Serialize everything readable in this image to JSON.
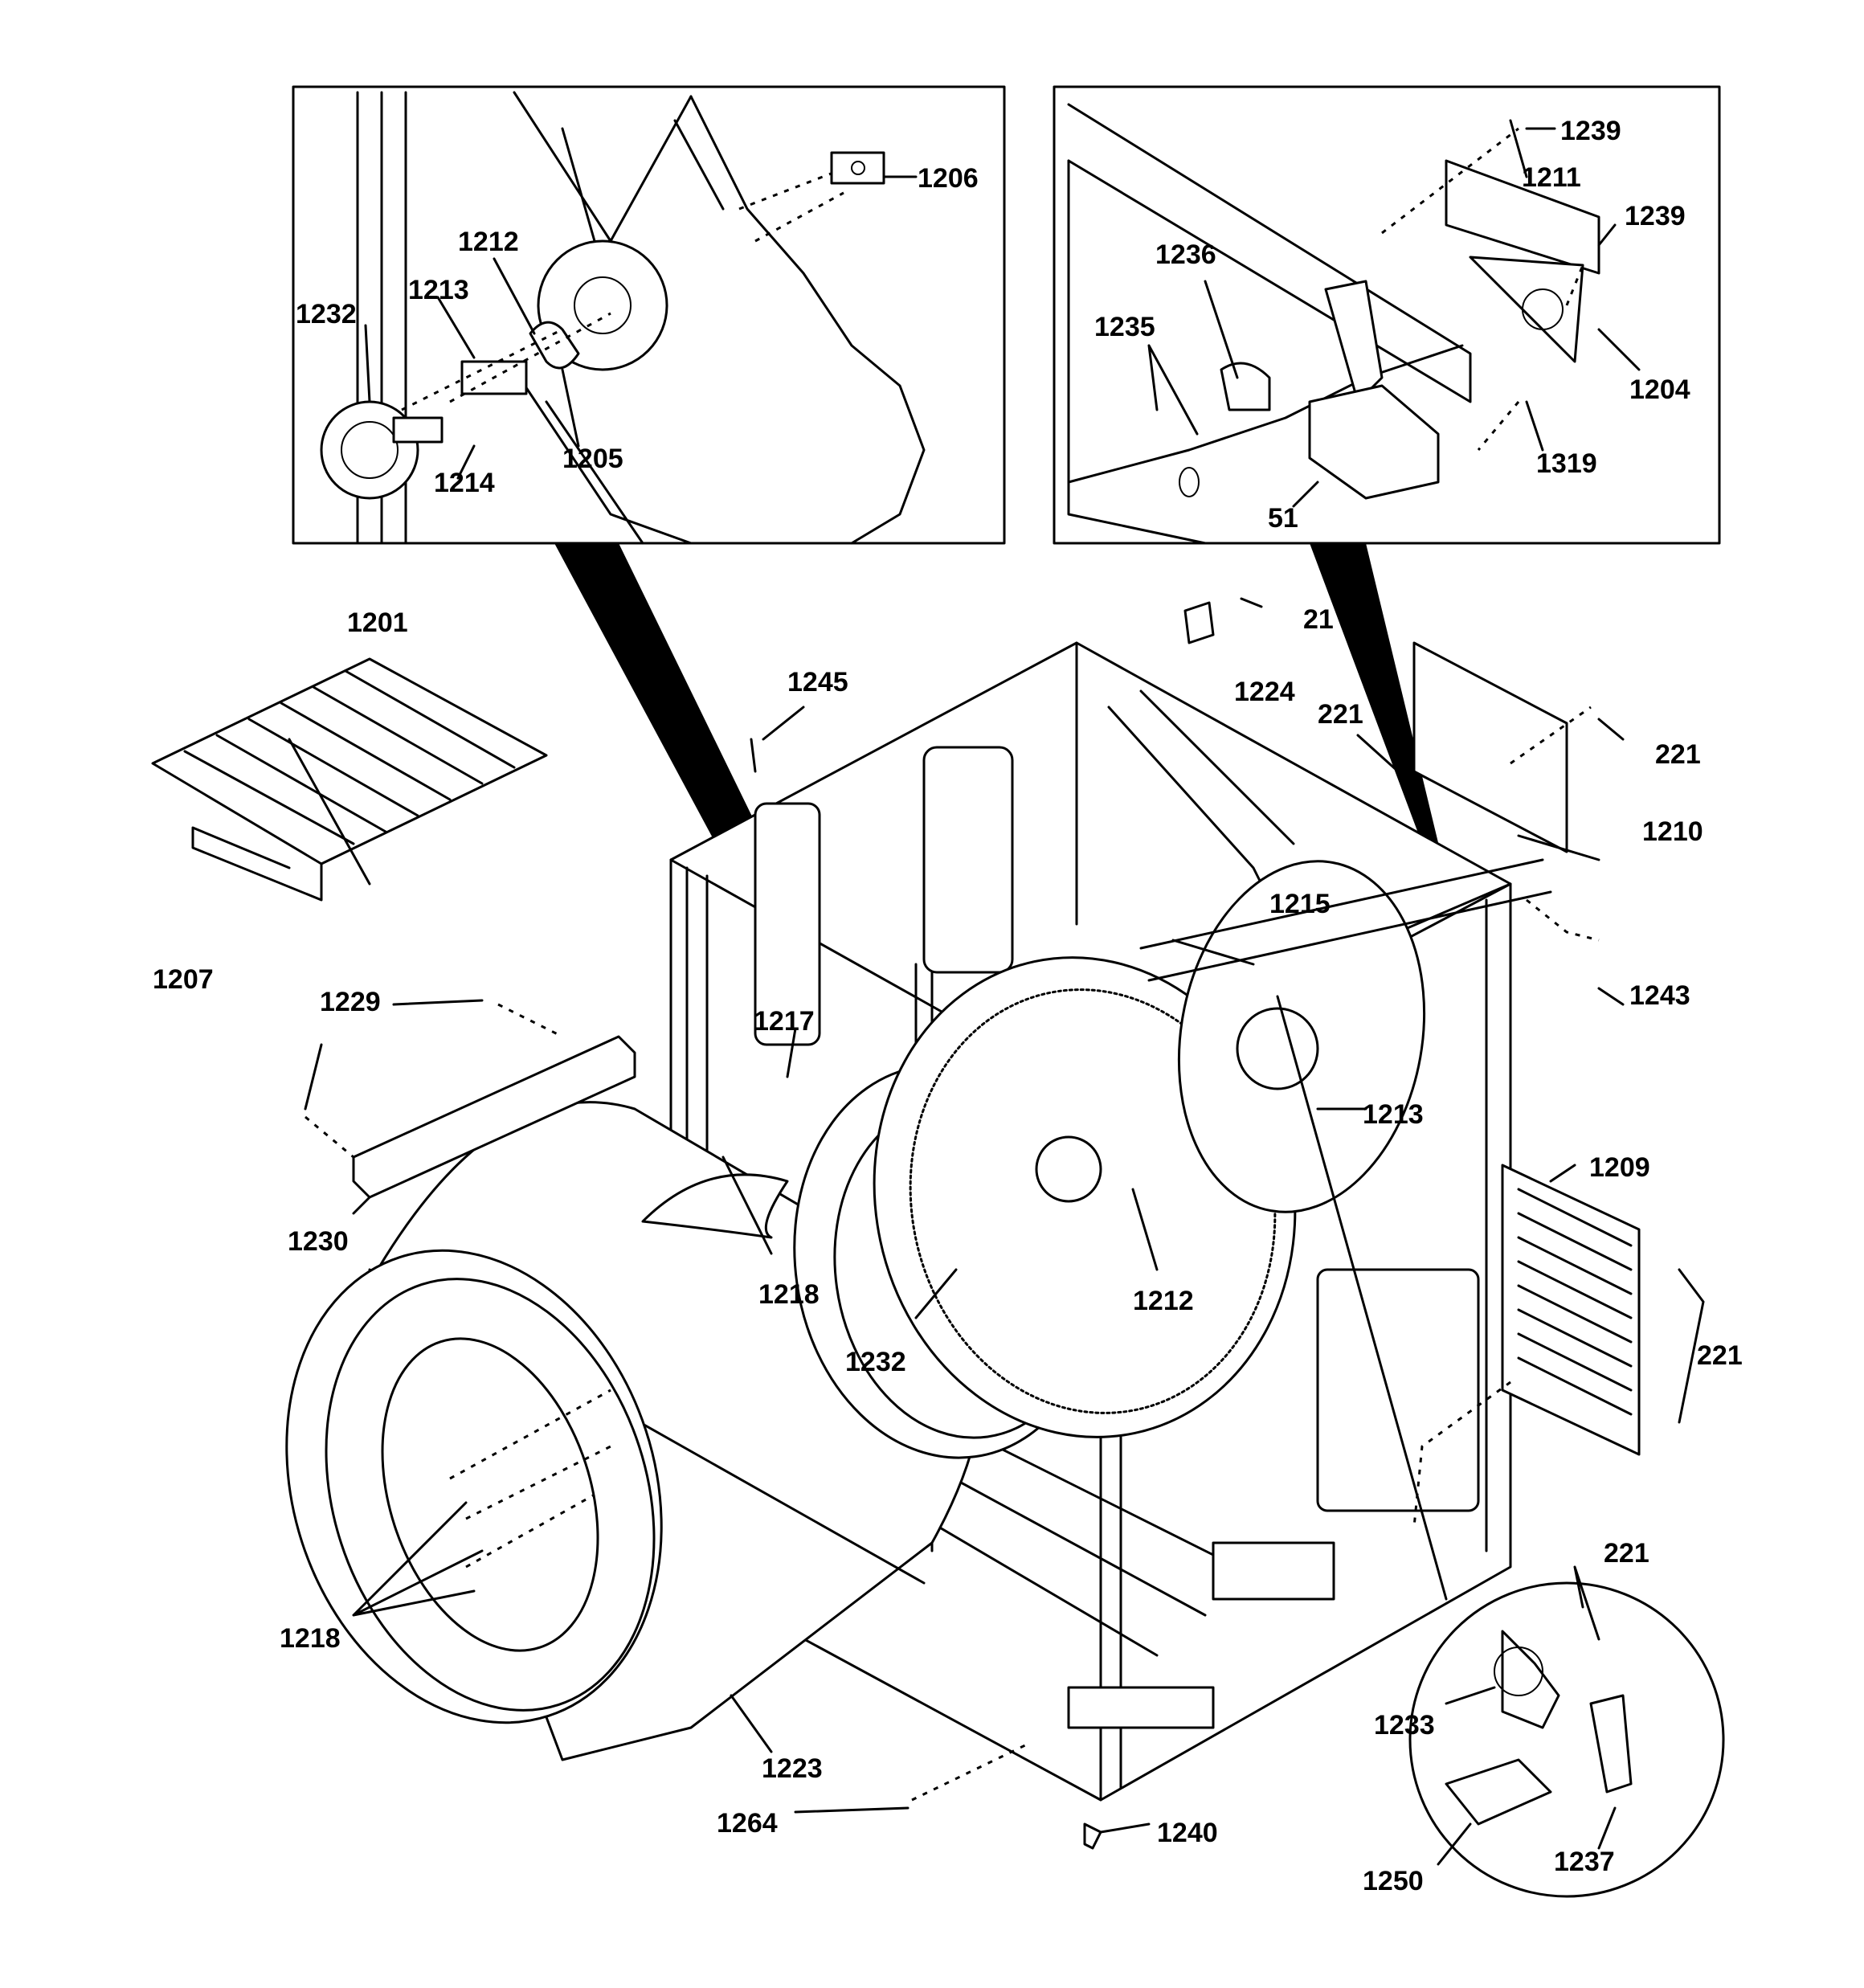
{
  "labels": {
    "l1206": "1206",
    "l1212a": "1212",
    "l1232a": "1232",
    "l1213a": "1213",
    "l1214": "1214",
    "l1205": "1205",
    "l1201": "1201",
    "l1239a": "1239",
    "l1211": "1211",
    "l1239b": "1239",
    "l1236": "1236",
    "l1235": "1235",
    "l1204": "1204",
    "l1319": "1319",
    "l51": "51",
    "l21": "21",
    "l1224": "1224",
    "l1245": "1245",
    "l221a": "221",
    "l221b": "221",
    "l1210": "1210",
    "l1207": "1207",
    "l1215": "1215",
    "l1243": "1243",
    "l1229": "1229",
    "l1217": "1217",
    "l1213b": "1213",
    "l1209": "1209",
    "l1230": "1230",
    "l1218a": "1218",
    "l1212b": "1212",
    "l221c": "221",
    "l1232b": "1232",
    "l221d": "221",
    "l1218b": "1218",
    "l1233": "1233",
    "l1223": "1223",
    "l1264": "1264",
    "l1240": "1240",
    "l1250": "1250",
    "l1237": "1237"
  }
}
